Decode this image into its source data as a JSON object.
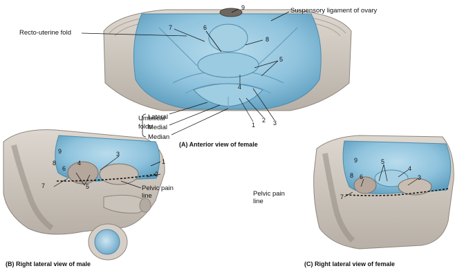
{
  "panel_a": {
    "caption_letter": "(A)",
    "caption_text": "Anterior view of female",
    "labels": {
      "suspensory": "Suspensory ligament of ovary",
      "recto_uterine": "Recto-uterine fold",
      "umbilical_folds": "Umbilical folds",
      "lateral": "Lateral",
      "medial": "Medial",
      "median": "Median"
    },
    "numbers": [
      "9",
      "7",
      "6",
      "8",
      "5",
      "4",
      "1",
      "2",
      "3"
    ]
  },
  "panel_b": {
    "caption_letter": "(B)",
    "caption_text": "Right lateral view of male",
    "pelvic_pain_line": "Pelvic pain line",
    "numbers": [
      "9",
      "3",
      "8",
      "6",
      "4",
      "7",
      "5",
      "1",
      "2"
    ]
  },
  "panel_c": {
    "caption_letter": "(C)",
    "caption_text": "Right lateral view of female",
    "pelvic_pain_line": "Pelvic pain line",
    "numbers": [
      "9",
      "5",
      "8",
      "6",
      "4",
      "3",
      "7"
    ]
  },
  "colors": {
    "peritoneum_blue": "#8fc3dd",
    "peritoneum_blue_dark": "#5f9fc0",
    "tissue_gray": "#c9c3bb",
    "tissue_dark": "#9a918a",
    "pain_line": "#111111"
  }
}
